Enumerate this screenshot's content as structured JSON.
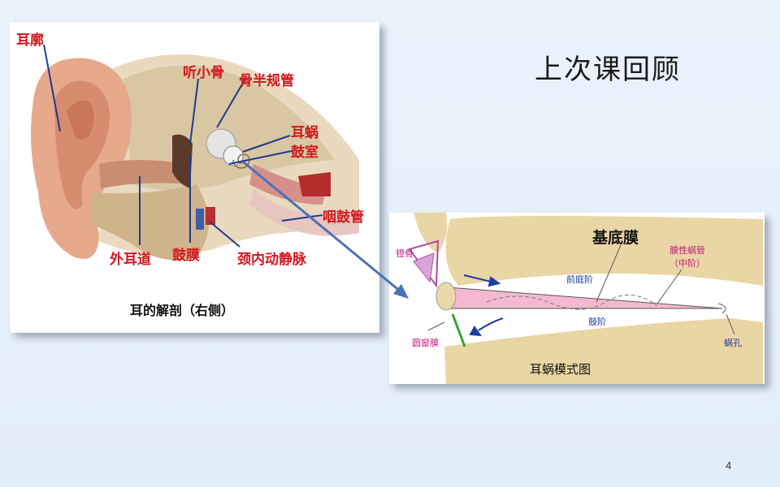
{
  "slide": {
    "title": "上次课回顾",
    "page_number": "4"
  },
  "ear_figure": {
    "caption": "耳的解剖（右侧）",
    "labels": {
      "auricle": "耳廓",
      "ossicles": "听小骨",
      "semicircular": "骨半规管",
      "cochlea": "耳蜗",
      "vestibule": "鼓室",
      "pharyngotympanic": "咽鼓管",
      "ear_canal": "外耳道",
      "eardrum": "鼓膜",
      "jugular": "颈内动静脉"
    }
  },
  "cochlea_figure": {
    "caption": "耳蜗模式图",
    "labels": {
      "basilar": "基底膜",
      "stapes": "镫骨",
      "duct_line1": "膜性蜗管",
      "duct_line2": "（中阶）",
      "scala_vestibuli": "前庭阶",
      "scala_tympani": "鼓阶",
      "round_window": "圆窗膜",
      "helicotrema": "蜗孔"
    }
  },
  "colors": {
    "label_red": "#d4161d",
    "arrow_blue": "#4a72b8",
    "membrane_pink": "#f5b8d0",
    "bone_tan": "#e8d3a0"
  }
}
